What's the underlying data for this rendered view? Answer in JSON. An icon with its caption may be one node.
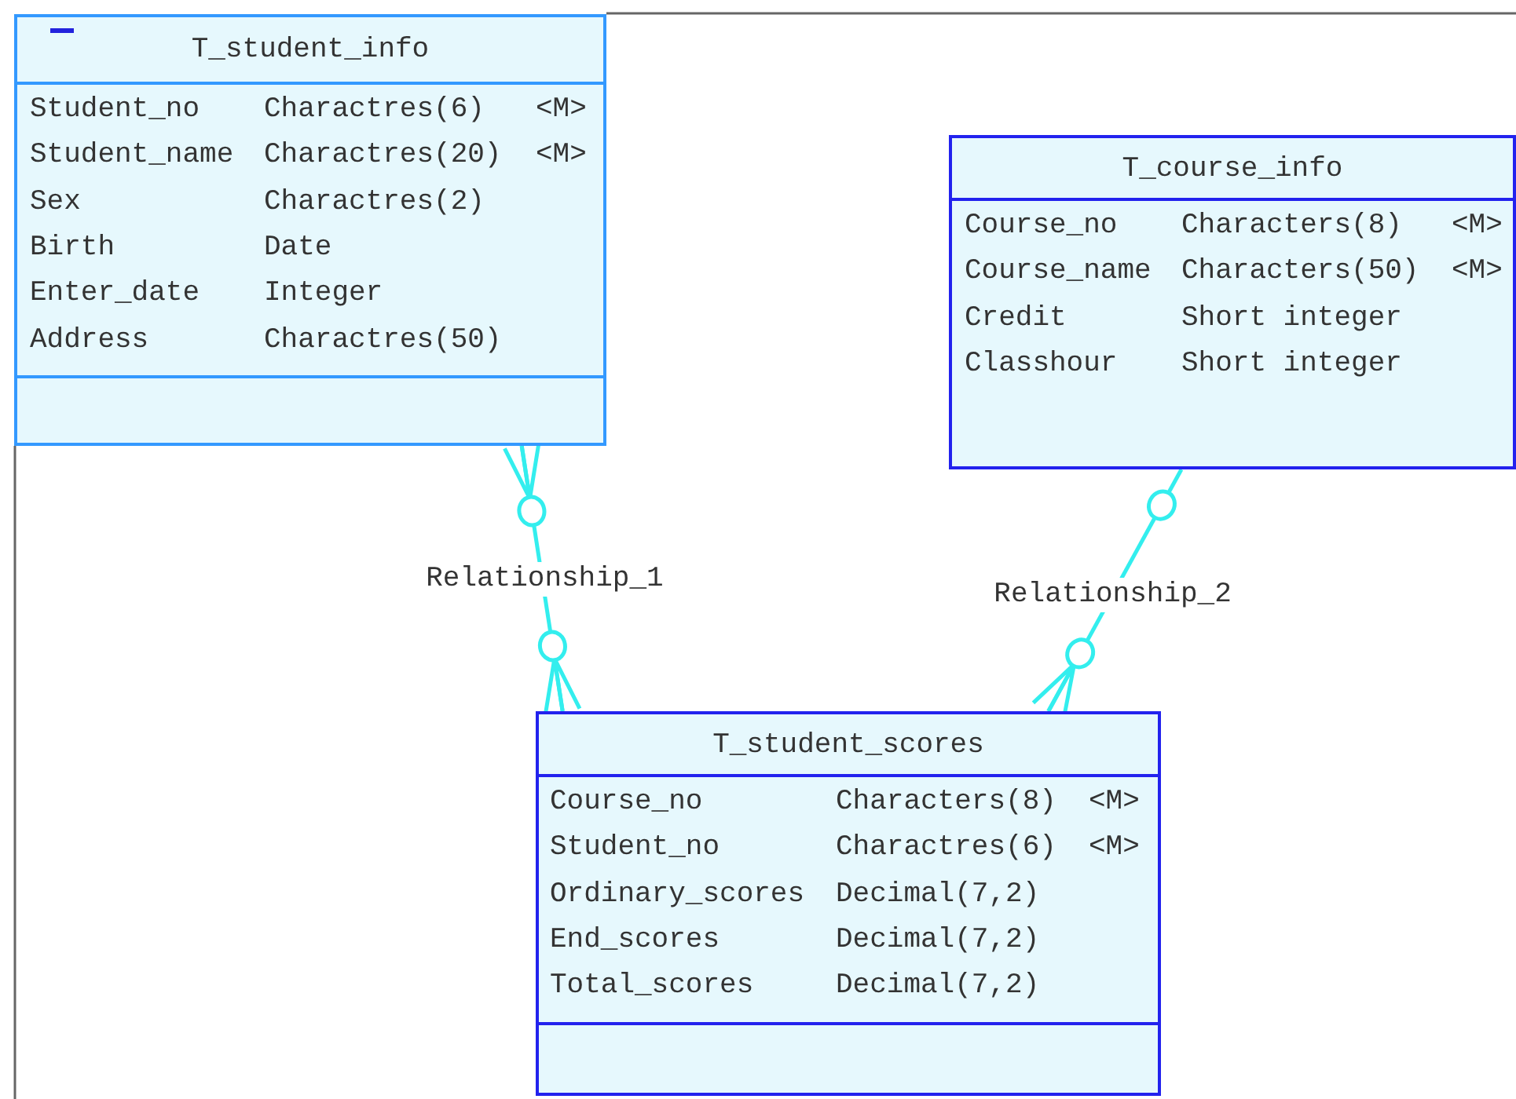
{
  "diagram": {
    "nodes": [
      {
        "text": [
          "T_student_info",
          "Student_no",
          "Charactres(6)",
          "<M>",
          "Student_name",
          "Charactres(20)",
          "<M>",
          "Sex",
          "Charactres(2)",
          "Birth",
          "Date",
          "Enter_date",
          "Integer",
          "Address",
          "Charactres(50)"
        ]
      },
      {
        "text": [
          "T_course_info",
          "Course_no",
          "Characters(8)",
          "<M>",
          "Course_name",
          "Characters(50)",
          "<M>",
          "Credit",
          "Short integer",
          "Classhour",
          "Short integer"
        ]
      },
      {
        "text": [
          "T_student_scores",
          "Course_no",
          "Characters(8)",
          "<M>",
          "Student_no",
          "Charactres(6)",
          "<M>",
          "Ordinary_scores",
          "Decimal(7,2)",
          "End_scores",
          "Decimal(7,2)",
          "Total_scores",
          "Decimal(7,2)"
        ]
      }
    ],
    "edges": [
      {
        "from": 0,
        "to": 2,
        "arrow": "other",
        "label": "Relationship_1"
      },
      {
        "from": 1,
        "to": 2,
        "arrow": "other",
        "label": "Relationship_2"
      }
    ]
  }
}
